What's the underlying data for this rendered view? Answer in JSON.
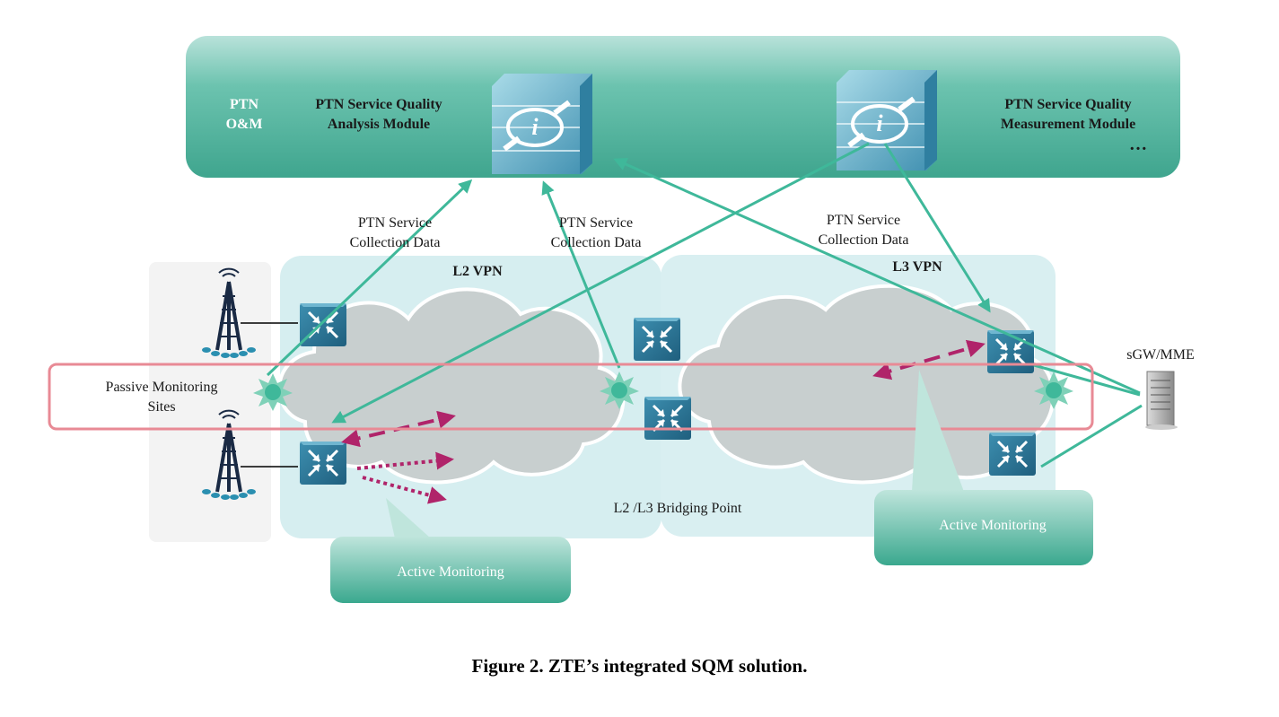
{
  "oam_panel": {
    "ptn_oam": "PTN\nO&M",
    "analysis_module": "PTN Service Quality\nAnalysis Module",
    "measurement_module": "PTN Service Quality\nMeasurement Module",
    "ellipsis": "…"
  },
  "flows": {
    "collection_left": "PTN Service\nCollection Data",
    "collection_mid": "PTN Service\nCollection Data",
    "collection_right": "PTN Service\nCollection Data"
  },
  "networks": {
    "l2_vpn": "L2 VPN",
    "l3_vpn": "L3 VPN",
    "bridging_point": "L2 /L3 Bridging Point"
  },
  "monitoring": {
    "passive_sites": "Passive Monitoring\nSites",
    "active_left": "Active Monitoring",
    "active_right": "Active Monitoring"
  },
  "core": {
    "sgw_mme": "sGW/MME"
  },
  "caption": "Figure 2. ZTE’s integrated SQM solution.",
  "colors": {
    "teal": "#3fb89a",
    "panel_teal": "#5ab8a4",
    "cloud_area": "#d6eef0",
    "magenta": "#b0246a",
    "passive_box": "#e88a95"
  }
}
